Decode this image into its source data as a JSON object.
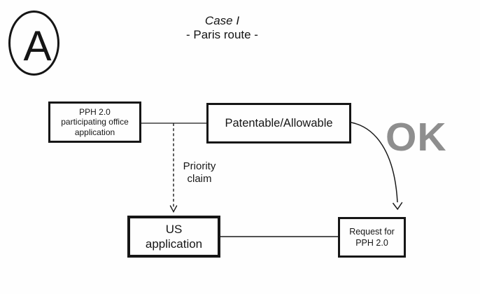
{
  "marker": {
    "label": "A"
  },
  "title": {
    "line1": "Case I",
    "line2": "- Paris route -"
  },
  "nodes": {
    "pph_office": {
      "line1": "PPH 2.0",
      "line2": "participating office",
      "line3": "application"
    },
    "patentable": {
      "label": "Patentable/Allowable"
    },
    "us_application": {
      "line1": "US",
      "line2": "application"
    },
    "request": {
      "line1": "Request for",
      "line2": "PPH 2.0"
    }
  },
  "annotations": {
    "ok_label": "OK",
    "priority_claim_line1": "Priority",
    "priority_claim_line2": "claim"
  },
  "colors": {
    "ok_gray": "#8e8e8e",
    "line_black": "#1a1a1a",
    "background": "#fefefe"
  }
}
